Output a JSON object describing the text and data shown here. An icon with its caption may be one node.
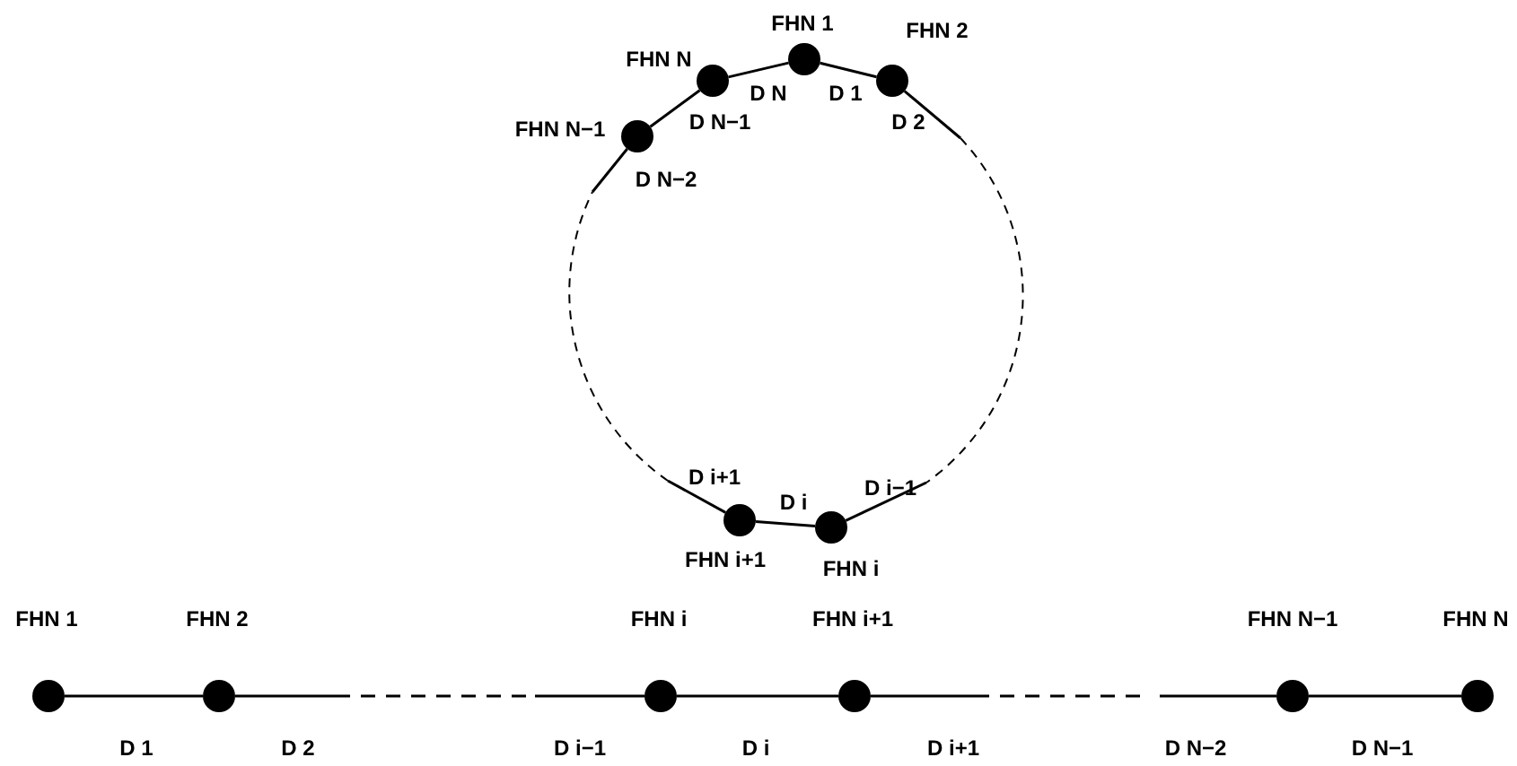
{
  "diagram": {
    "nodes": [
      {
        "text": [
          "FHN 1"
        ]
      },
      {
        "text": [
          "FHN 2"
        ]
      },
      {
        "text": [
          "FHN N"
        ]
      },
      {
        "text": [
          "FHN N−1"
        ]
      },
      {
        "text": [
          "FHN i+1"
        ]
      },
      {
        "text": [
          "FHN i"
        ]
      },
      {
        "text": [
          "FHN 1"
        ]
      },
      {
        "text": [
          "FHN 2"
        ]
      },
      {
        "text": [
          "FHN i"
        ]
      },
      {
        "text": [
          "FHN i+1"
        ]
      },
      {
        "text": [
          "FHN N−1"
        ]
      },
      {
        "text": [
          "FHN N"
        ]
      }
    ],
    "edges": [
      {
        "from": 2,
        "to": 0,
        "arrow": "none",
        "label": "D N"
      },
      {
        "from": 0,
        "to": 1,
        "arrow": "none",
        "label": "D 1"
      },
      {
        "from": 3,
        "to": 2,
        "arrow": "none",
        "label": "D N−1"
      },
      {
        "from": 1,
        "to": null,
        "arrow": "none",
        "label": "D 2"
      },
      {
        "from": null,
        "to": 5,
        "arrow": "none",
        "label": "D i−1"
      },
      {
        "from": 4,
        "to": 5,
        "arrow": "none",
        "label": "D i"
      },
      {
        "from": 4,
        "to": null,
        "arrow": "none",
        "label": "D i+1"
      },
      {
        "from": 3,
        "to": null,
        "arrow": "none",
        "label": "D N−2"
      },
      {
        "from": 6,
        "to": 7,
        "arrow": "none",
        "label": "D 1"
      },
      {
        "from": 7,
        "to": null,
        "arrow": "none",
        "label": "D 2"
      },
      {
        "from": null,
        "to": 8,
        "arrow": "none",
        "label": "D i−1"
      },
      {
        "from": 8,
        "to": 9,
        "arrow": "none",
        "label": "D i"
      },
      {
        "from": 9,
        "to": null,
        "arrow": "none",
        "label": "D i+1"
      },
      {
        "from": null,
        "to": 10,
        "arrow": "none",
        "label": "D N−2"
      },
      {
        "from": 10,
        "to": 11,
        "arrow": "none",
        "label": "D N−1"
      }
    ]
  }
}
